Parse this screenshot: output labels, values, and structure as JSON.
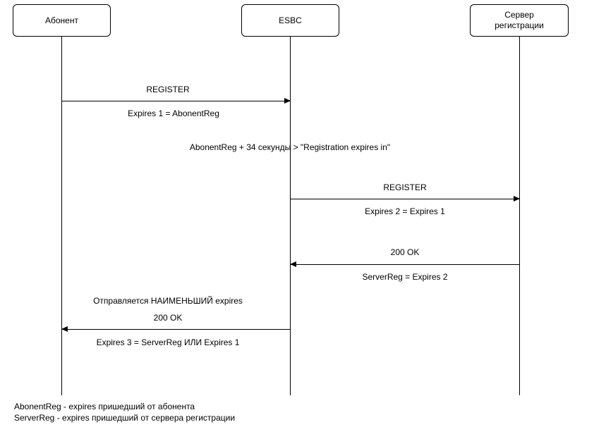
{
  "participants": {
    "subscriber": "Абонент",
    "esbc": "ESBC",
    "server_line1": "Сервер",
    "server_line2": "регистрации"
  },
  "messages": {
    "m1_label": "REGISTER",
    "m1_note": "Expires 1 = AbonentReg",
    "esbc_note": "AbonentReg + 34 секунды > \"Registration expires in\"",
    "m2_label": "REGISTER",
    "m2_note": "Expires 2 = Expires 1",
    "m3_label": "200 OK",
    "m3_note": "ServerReg = Expires 2",
    "m4_above": "Отправляется НАИМЕНЬШИЙ expires",
    "m4_label": "200 OK",
    "m4_note": "Expires 3 = ServerReg ИЛИ Expires 1"
  },
  "legend": {
    "line1": "AbonentReg - expires пришедший от абонента",
    "line2": "ServerReg - expires пришедший от сервера регистрации"
  }
}
